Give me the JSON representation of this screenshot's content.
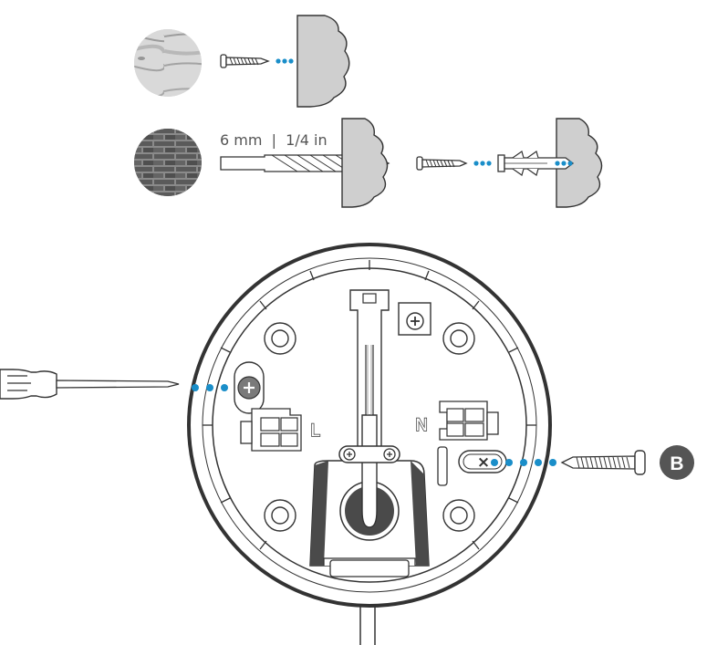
{
  "masonry": {
    "drill_size_label": "6 mm  |  1/4 in"
  },
  "base_plate": {
    "live_terminal_label": "L",
    "neutral_terminal_label": "N",
    "mounting_slot_mark": "×"
  },
  "callout": {
    "badge_label": "B"
  },
  "colors": {
    "guide_dots": "#1a8ec9",
    "outline": "#333333",
    "wall": "#cfcfcf",
    "badge": "#555555"
  }
}
